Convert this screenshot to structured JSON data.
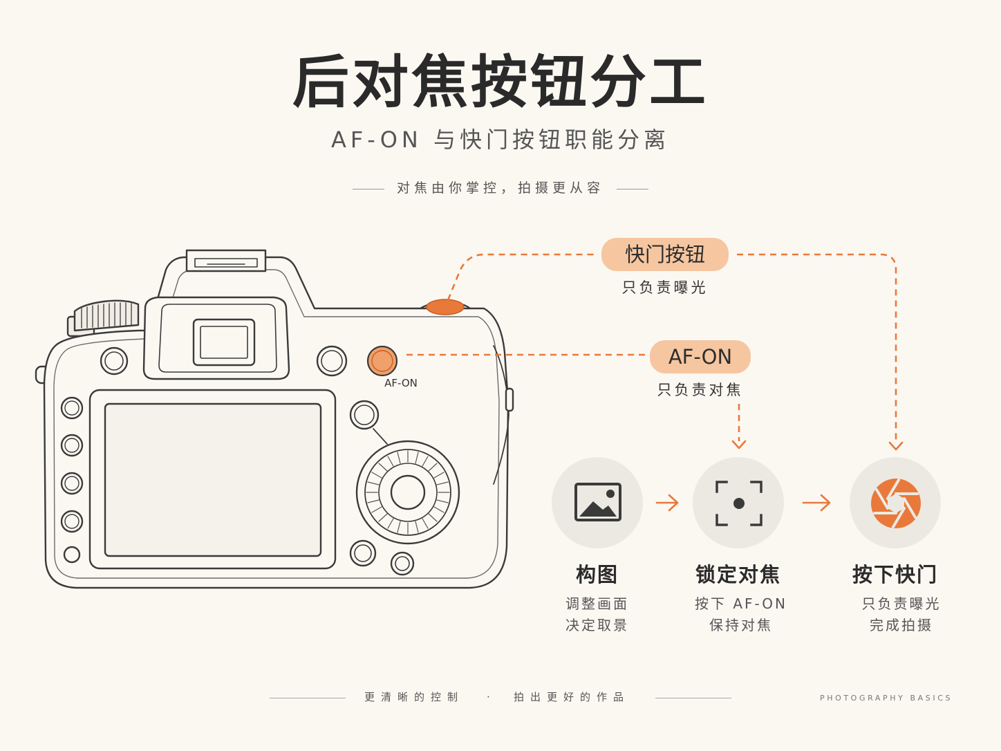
{
  "title": "后对焦按钮分工",
  "subtitle": "AF-ON 与快门按钮职能分离",
  "tagline": "对焦由你掌控，拍摄更从容",
  "camera": {
    "af_on_label": "AF-ON"
  },
  "callouts": {
    "shutter": {
      "label": "快门按钮",
      "desc": "只负责曝光"
    },
    "af_on": {
      "label": "AF-ON",
      "desc": "只负责对焦"
    }
  },
  "steps": [
    {
      "title": "构图",
      "desc_line1": "调整画面",
      "desc_line2": "决定取景",
      "icon": "image-icon"
    },
    {
      "title": "锁定对焦",
      "desc_line1": "按下 AF-ON",
      "desc_line2": "保持对焦",
      "icon": "focus-icon"
    },
    {
      "title": "按下快门",
      "desc_line1": "只负责曝光",
      "desc_line2": "完成拍摄",
      "icon": "aperture-icon"
    }
  ],
  "footer": {
    "left": "更清晰的控制",
    "dot": "·",
    "right": "拍出更好的作品",
    "brand": "PHOTOGRAPHY BASICS"
  },
  "colors": {
    "accent": "#e8793a",
    "accent_light": "#f6c6a0",
    "background": "#fbf8f2",
    "line": "#3a3a3a"
  }
}
